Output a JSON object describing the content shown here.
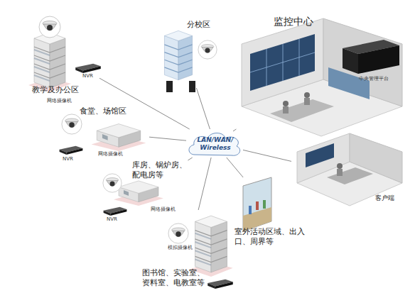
{
  "diagram": {
    "nodes": [
      {
        "text": [
          "教学及办公区"
        ]
      },
      {
        "text": [
          "分校区"
        ]
      },
      {
        "text": [
          "监控中心"
        ]
      },
      {
        "text": [
          "食堂、场馆区"
        ]
      },
      {
        "text": [
          "LAN/WAN/ Wireless"
        ]
      },
      {
        "text": [
          "库房、锅炉房、配电房等"
        ]
      },
      {
        "text": [
          "客户端"
        ]
      },
      {
        "text": [
          "室外活动区域、出入口、周界等"
        ]
      },
      {
        "text": [
          "图书馆、实验室、资料室、电教室等"
        ]
      }
    ],
    "edges": [
      {
        "from": 0,
        "to": 4,
        "arrow": "none"
      },
      {
        "from": 1,
        "to": 4,
        "arrow": "none"
      },
      {
        "from": 4,
        "to": 2,
        "arrow": "none"
      },
      {
        "from": 3,
        "to": 4,
        "arrow": "none"
      },
      {
        "from": 5,
        "to": 4,
        "arrow": "none"
      },
      {
        "from": 4,
        "to": 6,
        "arrow": "none"
      },
      {
        "from": 7,
        "to": 4,
        "arrow": "none"
      },
      {
        "from": 8,
        "to": 4,
        "arrow": "none"
      }
    ],
    "labels": [
      "网络摄像机",
      "NVR",
      "网络摄像机",
      "NVR",
      "网络摄像机",
      "NVR",
      "模拟摄像机",
      "中央管理平台"
    ]
  }
}
